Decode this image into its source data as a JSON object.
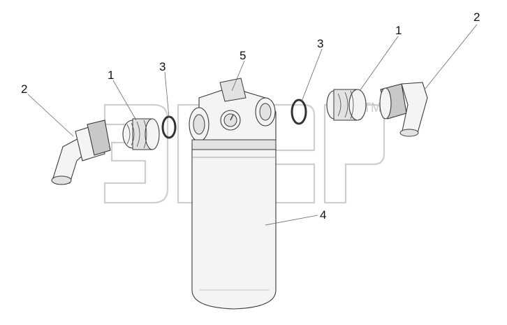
{
  "callouts": {
    "left_elbow": "2",
    "left_nipple": "1",
    "left_ring": "3",
    "head": "5",
    "right_ring": "3",
    "right_nipple": "1",
    "right_elbow": "2",
    "bowl": "4"
  },
  "watermark": {
    "logo_text": "ЭлеР",
    "tm": "TM"
  }
}
